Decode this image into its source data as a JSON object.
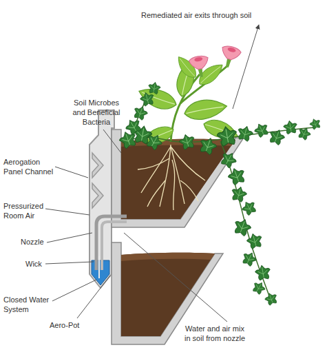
{
  "diagram": {
    "labels": [
      "Remediated air exits through soil",
      "Soil Microbes and Beneficial Bacteria",
      "Aerogation Panel Channel",
      "Pressurized Room Air",
      "Nozzle",
      "Wick",
      "Closed Water System",
      "Aero-Pot",
      "Water and air mix in soil from nozzle"
    ]
  }
}
